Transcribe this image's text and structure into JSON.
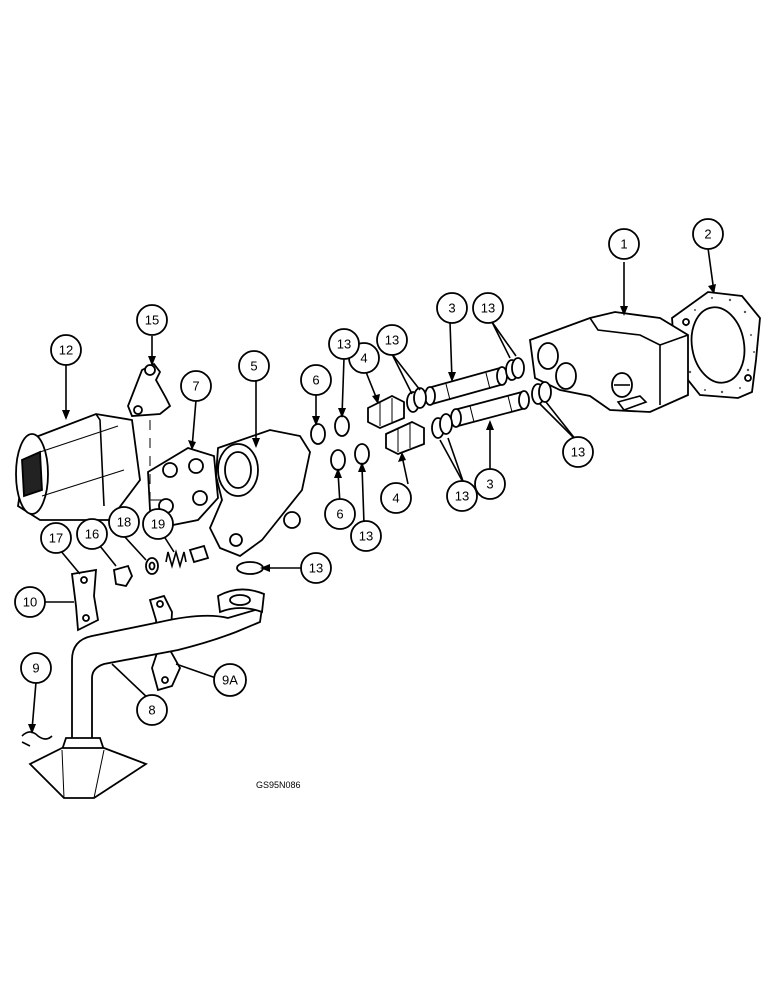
{
  "callouts": [
    {
      "id": "c1",
      "label": "1"
    },
    {
      "id": "c2",
      "label": "2"
    },
    {
      "id": "c3a",
      "label": "3"
    },
    {
      "id": "c3b",
      "label": "3"
    },
    {
      "id": "c4a",
      "label": "4"
    },
    {
      "id": "c4b",
      "label": "4"
    },
    {
      "id": "c5",
      "label": "5"
    },
    {
      "id": "c6a",
      "label": "6"
    },
    {
      "id": "c6b",
      "label": "6"
    },
    {
      "id": "c7",
      "label": "7"
    },
    {
      "id": "c8",
      "label": "8"
    },
    {
      "id": "c9",
      "label": "9"
    },
    {
      "id": "c9A",
      "label": "9A"
    },
    {
      "id": "c10",
      "label": "10"
    },
    {
      "id": "c12",
      "label": "12"
    },
    {
      "id": "c13a",
      "label": "13"
    },
    {
      "id": "c13b",
      "label": "13"
    },
    {
      "id": "c13c",
      "label": "13"
    },
    {
      "id": "c13d",
      "label": "13"
    },
    {
      "id": "c13e",
      "label": "13"
    },
    {
      "id": "c13f",
      "label": "13"
    },
    {
      "id": "c13g",
      "label": "13"
    },
    {
      "id": "c15",
      "label": "15"
    },
    {
      "id": "c16",
      "label": "16"
    },
    {
      "id": "c17",
      "label": "17"
    },
    {
      "id": "c18",
      "label": "18"
    },
    {
      "id": "c19",
      "label": "19"
    }
  ],
  "drawing_code": "GS95N086"
}
